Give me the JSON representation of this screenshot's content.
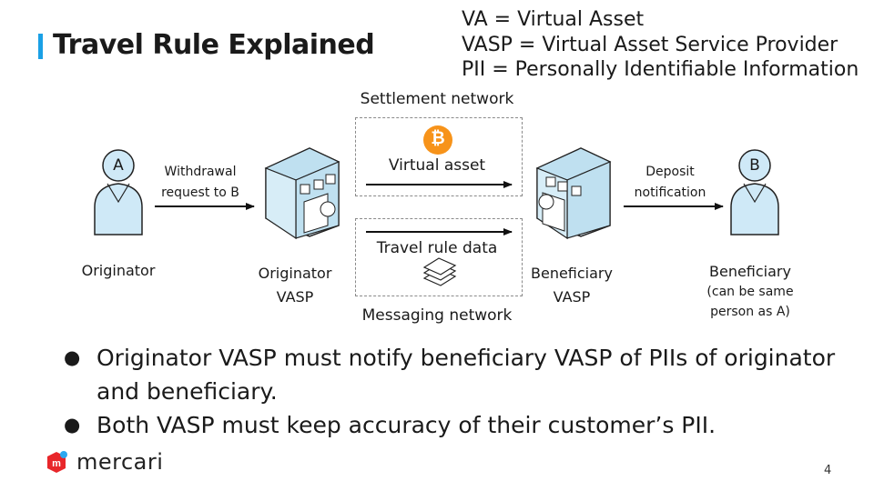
{
  "title": "Travel Rule Explained",
  "abbreviations": [
    "VA = Virtual Asset",
    "VASP = Virtual Asset Service Provider",
    "PII = Personally Identifiable Information"
  ],
  "diagram": {
    "originator": {
      "badge": "A",
      "label": "Originator"
    },
    "originator_vasp": {
      "line1": "Originator",
      "line2": "VASP"
    },
    "beneficiary_vasp": {
      "line1": "Beneficiary",
      "line2": "VASP"
    },
    "beneficiary": {
      "badge": "B",
      "label": "Beneficiary",
      "note_line1": "(can be same",
      "note_line2": "person as A)"
    },
    "withdrawal": {
      "line1": "Withdrawal",
      "line2": "request to B"
    },
    "deposit": {
      "line1": "Deposit",
      "line2": "notification"
    },
    "settlement_network": "Settlement network",
    "virtual_asset": "Virtual asset",
    "travel_rule_data": "Travel rule data",
    "messaging_network": "Messaging network",
    "bitcoin_symbol": "₿"
  },
  "bullets": [
    "Originator VASP must notify beneficiary VASP of PIIs of originator and beneficiary.",
    "Both VASP must keep accuracy of their customer’s PII."
  ],
  "logo": {
    "text": "mercari",
    "mark": "m"
  },
  "page_number": "4",
  "colors": {
    "accent": "#1aa0e6",
    "bitcoin": "#f7931a",
    "person": "#cfe9f7",
    "building": "#bfe0f0",
    "logo_red": "#e8262a"
  }
}
